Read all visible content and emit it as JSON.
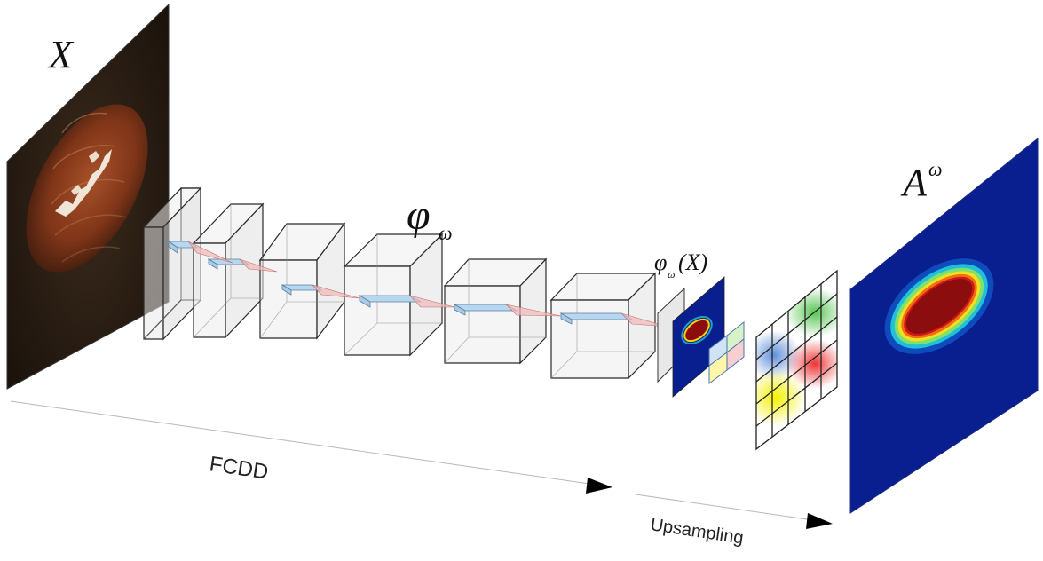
{
  "labels": {
    "input": "X",
    "network_symbol": "φ",
    "network_subscript": "ω",
    "output_symbol": "φ",
    "output_subscript": "ω",
    "output_arg": "(X)",
    "heatmap_symbol": "A",
    "heatmap_superscript": "ω",
    "fcdd": "FCDD",
    "upsampling": "Upsampling"
  },
  "colors": {
    "heatmap_background": "#0a1f8f",
    "anomaly_core": "#8b0d0d",
    "input_background": "#2a1a10",
    "object": "#8a3a1c",
    "cube_fill": "#e9e9ea",
    "filter_fill": "#b7d7ee",
    "kernel_fill": "#f2b8b8"
  }
}
